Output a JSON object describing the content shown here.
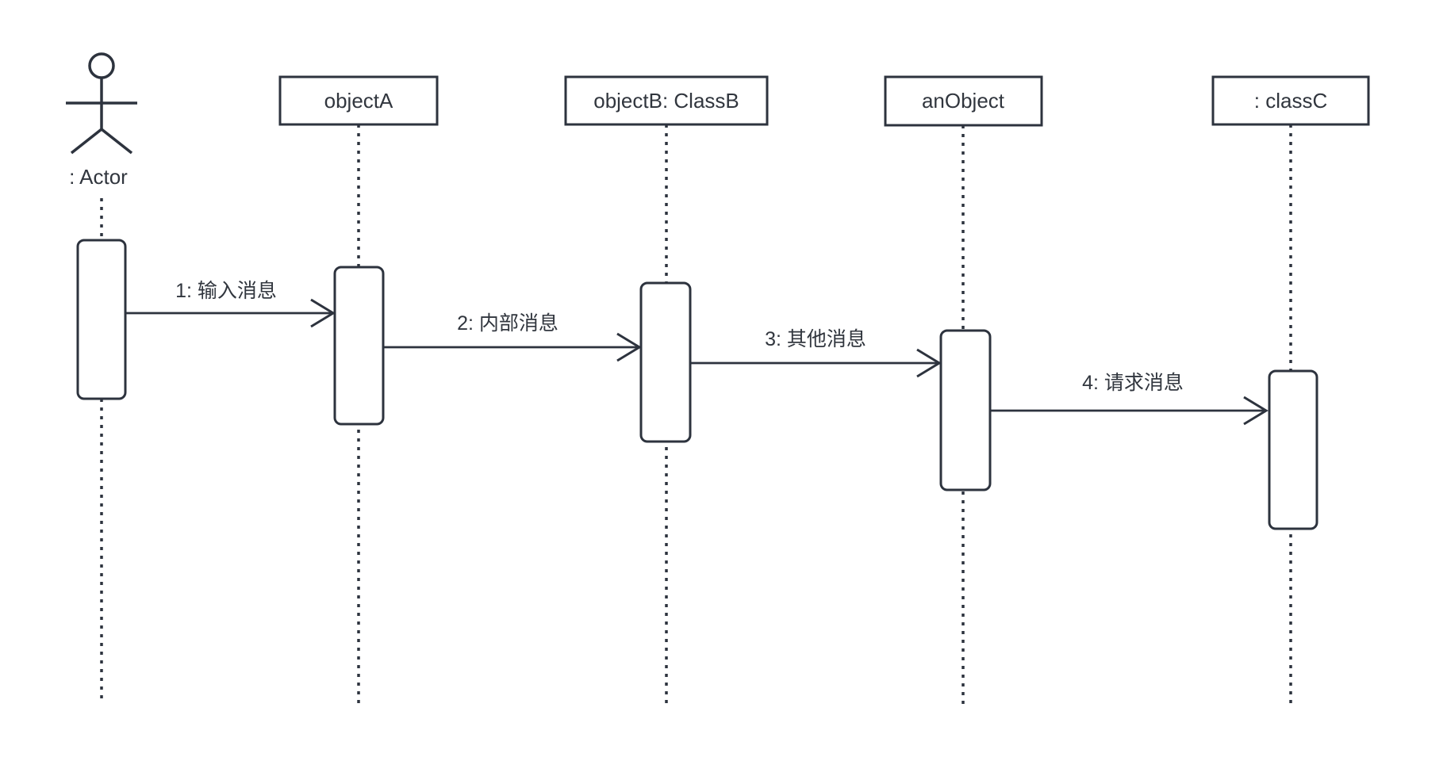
{
  "diagram": {
    "type": "uml-sequence-diagram",
    "background_color": "#ffffff",
    "stroke_color": "#2d333e",
    "text_color": "#31363e"
  },
  "participants": [
    {
      "id": "actor",
      "kind": "actor",
      "label": ": Actor"
    },
    {
      "id": "objectA",
      "kind": "object",
      "label": "objectA"
    },
    {
      "id": "objectB",
      "kind": "object",
      "label": "objectB: ClassB"
    },
    {
      "id": "anObject",
      "kind": "object",
      "label": "anObject"
    },
    {
      "id": "classC",
      "kind": "object",
      "label": ": classC"
    }
  ],
  "messages": [
    {
      "seq": 1,
      "label": "1: 输入消息",
      "from": ": Actor",
      "to": "objectA"
    },
    {
      "seq": 2,
      "label": "2: 内部消息",
      "from": "objectA",
      "to": "objectB: ClassB"
    },
    {
      "seq": 3,
      "label": "3: 其他消息",
      "from": "objectB: ClassB",
      "to": "anObject"
    },
    {
      "seq": 4,
      "label": "4: 请求消息",
      "from": "anObject",
      "to": ": classC"
    }
  ]
}
